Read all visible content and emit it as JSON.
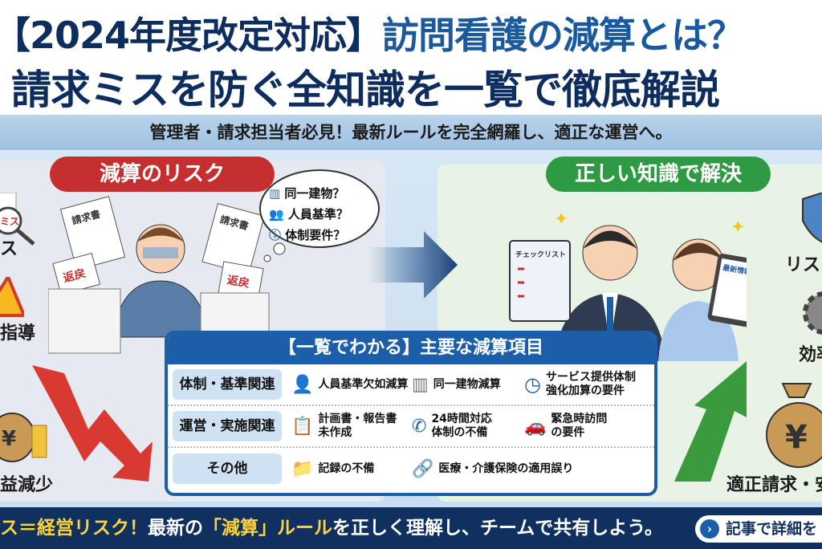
{
  "header": {
    "title_prefix": "【2024年度改定対応】",
    "title_main": "訪問看護の減算とは？",
    "title_line2": "請求ミスを防ぐ全知識を一覧で徹底解説",
    "subtitle": "管理者・請求担当者必見！最新ルールを完全網羅し、適正な運営へ。"
  },
  "risk": {
    "heading": "減算のリスク",
    "side_labels": [
      "ス",
      "指導",
      "益減少"
    ],
    "miss_stamp": "ミス",
    "doc_labels": [
      "請求書",
      "請求書"
    ],
    "stamp_labels": [
      "返戻",
      "返戻"
    ],
    "thoughts": [
      "同一建物？",
      "人員基準？",
      "体制要件？"
    ]
  },
  "solution": {
    "heading": "正しい知識で解決",
    "checklist_label": "チェックリスト",
    "tablet_label": "最新情報",
    "side_labels": [
      "リスク",
      "効率",
      "適正請求・安"
    ]
  },
  "table": {
    "title": "【一覧でわかる】主要な減算項目",
    "rows": [
      {
        "category": "体制・基準関連",
        "items": [
          {
            "icon": "staff-icon",
            "text": "人員基準欠如減算"
          },
          {
            "icon": "building-icon",
            "text": "同一建物減算"
          },
          {
            "icon": "clock-icon",
            "text": "サービス提供体制\n強化加算の要件"
          }
        ]
      },
      {
        "category": "運営・実施関連",
        "items": [
          {
            "icon": "clipboard-pencil-icon",
            "text": "計画書・報告書\n未作成"
          },
          {
            "icon": "phone-icon",
            "text": "24時間対応\n体制の不備"
          },
          {
            "icon": "car-icon",
            "text": "緊急時訪問\nの要件"
          }
        ]
      },
      {
        "category": "その他",
        "items": [
          {
            "icon": "folder-icon",
            "text": "記録の不備"
          },
          {
            "icon": "link-icon",
            "text": "医療・介護保険の適用誤り"
          }
        ]
      }
    ]
  },
  "footer": {
    "part1": "ス＝経営リスク！",
    "part2": "最新の",
    "part3": "「減算」ルール",
    "part4": "を正しく理解し、チームで共有しよう。",
    "cta_label": "記事で詳細を"
  },
  "colors": {
    "navy": "#0e2d5f",
    "blue": "#1c5fa8",
    "red": "#c62f2f",
    "green": "#2e9a44",
    "yellow": "#ffd33a"
  }
}
